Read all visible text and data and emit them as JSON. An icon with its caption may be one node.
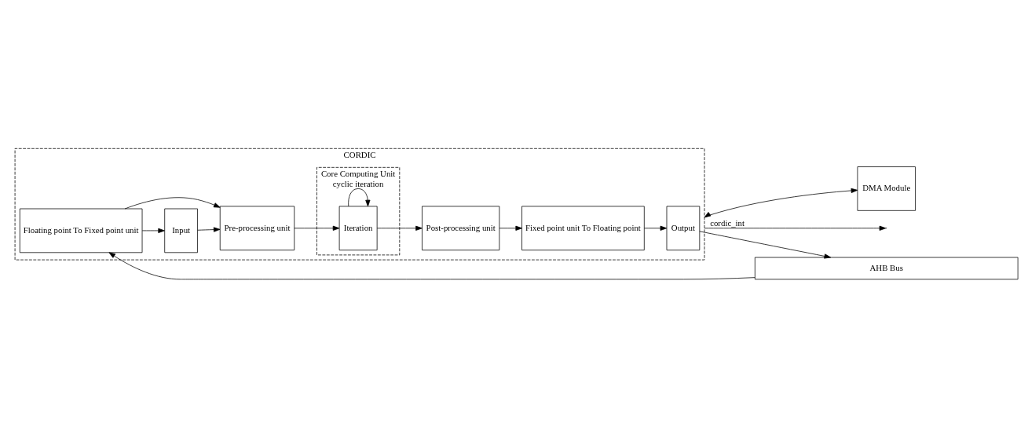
{
  "diagram": {
    "nodes": [
      {
        "text": [
          "AHB Bus"
        ]
      },
      {
        "text": [
          "CORDIC"
        ]
      },
      {
        "text": [
          "Floating point To Fixed point unit"
        ],
        "in": 1
      },
      {
        "text": [
          "Input"
        ],
        "in": 1
      },
      {
        "text": [
          "Pre-processing unit"
        ],
        "in": 1
      },
      {
        "text": [
          "Core Computing Unit"
        ],
        "in": 1
      },
      {
        "text": [
          "Iteration"
        ],
        "in": 5
      },
      {
        "text": [
          "Post-processing unit"
        ],
        "in": 1
      },
      {
        "text": [
          "Fixed point unit To Floating point"
        ],
        "in": 1
      },
      {
        "text": [
          "Output"
        ],
        "in": 1
      },
      {
        "text": [
          "DMA Module"
        ]
      }
    ],
    "edges": [
      {
        "from": 0,
        "to": 2,
        "arrow": "to"
      },
      {
        "from": 2,
        "to": 3,
        "arrow": "to"
      },
      {
        "from": 2,
        "to": 4,
        "arrow": "to"
      },
      {
        "from": 3,
        "to": 4,
        "arrow": "to"
      },
      {
        "from": 4,
        "to": 6,
        "arrow": "to"
      },
      {
        "from": 6,
        "to": 6,
        "arrow": "to",
        "label": "cyclic iteration"
      },
      {
        "from": 6,
        "to": 7,
        "arrow": "to"
      },
      {
        "from": 7,
        "to": 8,
        "arrow": "to"
      },
      {
        "from": 8,
        "to": 9,
        "arrow": "to"
      },
      {
        "from": 9,
        "to": 0,
        "arrow": "to"
      },
      {
        "from": 1,
        "to": 10,
        "arrow": "both"
      },
      {
        "from": 1,
        "to": null,
        "arrow": "to",
        "label": "cordic_int"
      }
    ]
  }
}
